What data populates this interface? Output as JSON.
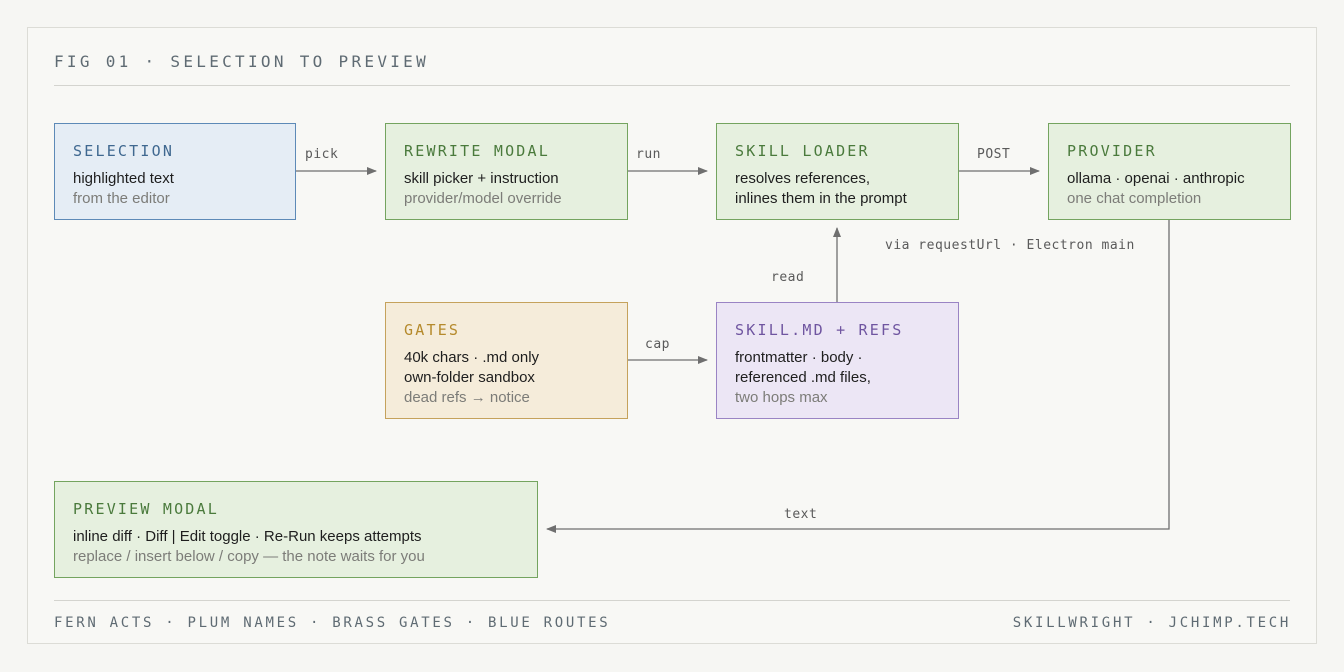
{
  "figure": {
    "title": "FIG 01 · SELECTION TO PREVIEW"
  },
  "nodes": {
    "selection": {
      "title": "SELECTION",
      "lines": [
        "highlighted text"
      ],
      "dim": [
        "from the editor"
      ]
    },
    "rewrite_modal": {
      "title": "REWRITE MODAL",
      "lines": [
        "skill picker + instruction"
      ],
      "dim": [
        "provider/model override"
      ]
    },
    "skill_loader": {
      "title": "SKILL LOADER",
      "lines": [
        "resolves references,",
        "inlines them in the prompt"
      ],
      "dim": []
    },
    "provider": {
      "title": "PROVIDER",
      "lines": [
        "ollama · openai · anthropic"
      ],
      "dim": [
        "one chat completion"
      ]
    },
    "gates": {
      "title": "GATES",
      "lines": [
        "40k chars · .md only",
        "own-folder sandbox"
      ],
      "dim": [
        "dead refs → notice"
      ]
    },
    "skill_md": {
      "title": "SKILL.MD + REFS",
      "lines": [
        "frontmatter · body ·",
        "referenced .md files,"
      ],
      "dim": [
        "two hops max"
      ]
    },
    "preview_modal": {
      "title": "PREVIEW MODAL",
      "lines": [
        "inline diff · Diff | Edit toggle · Re-Run keeps attempts"
      ],
      "dim": [
        "replace / insert below / copy — the note waits for you"
      ]
    }
  },
  "edges": {
    "pick": "pick",
    "run": "run",
    "post": "POST",
    "via": "via requestUrl · Electron main",
    "read": "read",
    "cap": "cap",
    "text": "text"
  },
  "footer": {
    "left": "FERN ACTS · PLUM NAMES · BRASS GATES · BLUE ROUTES",
    "right": "SKILLWRIGHT · JCHIMP.TECH"
  },
  "colors": {
    "blue": "#5d8ab7",
    "green": "#74a45f",
    "brass": "#c5a25c",
    "plum": "#9a84c4",
    "arrow": "#6f6f6f"
  }
}
